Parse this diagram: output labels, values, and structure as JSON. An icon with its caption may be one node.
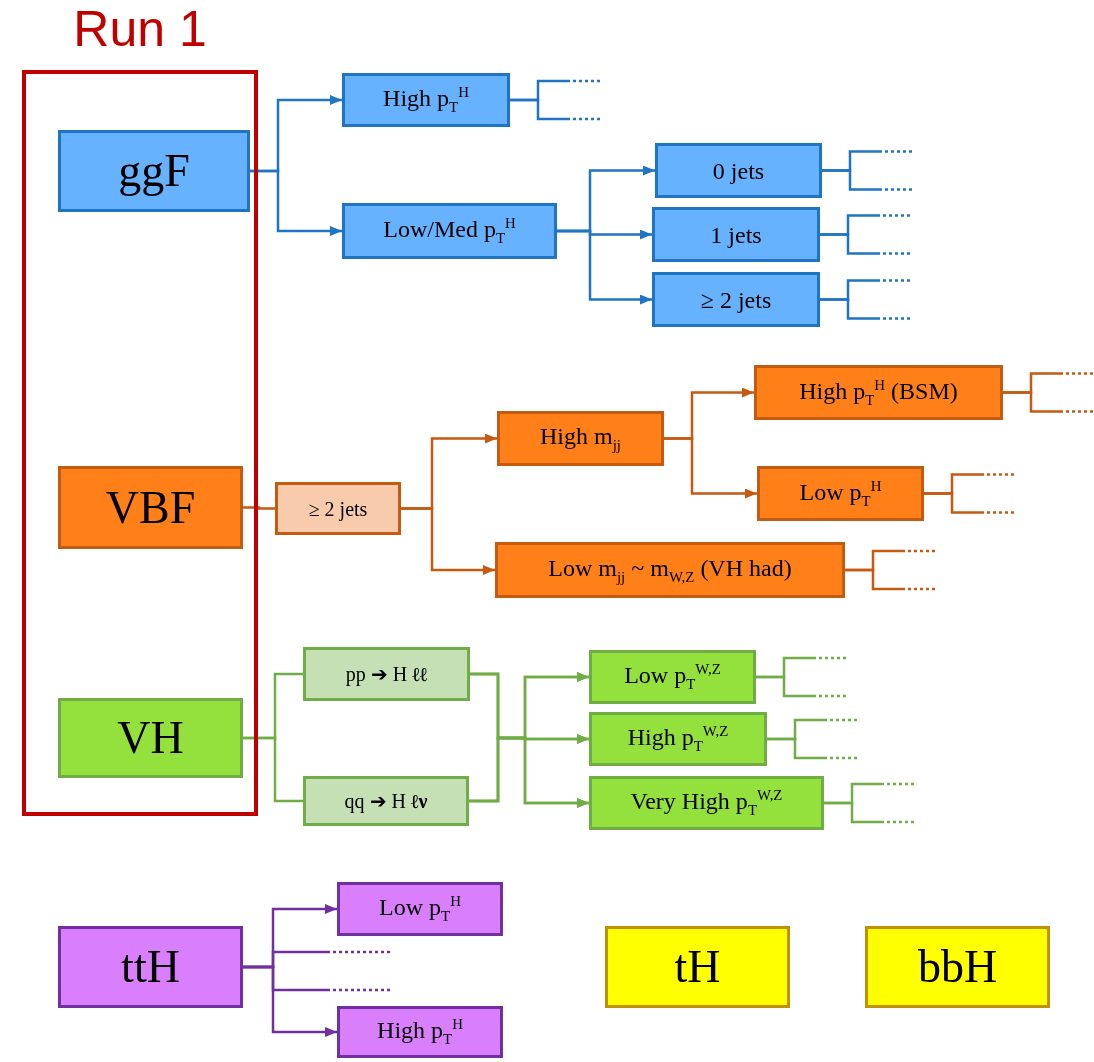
{
  "diagram": {
    "nodes": [
      {
        "text": [
          "Run 1"
        ]
      },
      {
        "text": [
          "ggF"
        ],
        "in": 0
      },
      {
        "text": [
          "High p$_{T}$$^{H}$"
        ]
      },
      {
        "text": [
          "Low/Med p$_{T}$$^{H}$"
        ]
      },
      {
        "text": [
          "0 jets"
        ]
      },
      {
        "text": [
          "1 jets"
        ]
      },
      {
        "text": [
          "≥ 2 jets"
        ]
      },
      {
        "text": [
          "VBF"
        ],
        "in": 0
      },
      {
        "text": [
          "≥ 2 jets"
        ]
      },
      {
        "text": [
          "High m$_{jj}$"
        ]
      },
      {
        "text": [
          "High p$_{T}$$^{H}$ (BSM)"
        ]
      },
      {
        "text": [
          "Low p$_{T}$$^{H}$"
        ]
      },
      {
        "text": [
          "Low m$_{jj}$ ~ m$_{W,Z}$ (VH had)"
        ]
      },
      {
        "text": [
          "VH"
        ],
        "in": 0
      },
      {
        "text": [
          "pp ➔ H **ℓℓ**"
        ]
      },
      {
        "text": [
          "qq ➔ H **ℓν**"
        ]
      },
      {
        "text": [
          "Low p$_{T}$$^{W,Z}$"
        ]
      },
      {
        "text": [
          "High p$_{T}$$^{W,Z}$"
        ]
      },
      {
        "text": [
          "Very High p$_{T}$$^{W,Z}$"
        ]
      },
      {
        "text": [
          "ttH"
        ]
      },
      {
        "text": [
          "Low p$_{T}$$^{H}$"
        ]
      },
      {
        "text": [
          "High p$_{T}$$^{H}$"
        ]
      },
      {
        "text": [
          "tH"
        ]
      },
      {
        "text": [
          "bbH"
        ]
      }
    ],
    "edges": [
      {
        "from": 1,
        "to": 2,
        "arrow": "to",
        "color": "#1f74c4"
      },
      {
        "from": 1,
        "to": 3,
        "arrow": "to",
        "color": "#1f74c4"
      },
      {
        "from": 2,
        "to": null,
        "arrow": "none",
        "style": "dashed",
        "color": "#1f74c4"
      },
      {
        "from": 2,
        "to": null,
        "arrow": "none",
        "style": "dashed",
        "color": "#1f74c4"
      },
      {
        "from": 3,
        "to": 4,
        "arrow": "to",
        "color": "#1f74c4"
      },
      {
        "from": 3,
        "to": 5,
        "arrow": "to",
        "color": "#1f74c4"
      },
      {
        "from": 3,
        "to": 6,
        "arrow": "to",
        "color": "#1f74c4"
      },
      {
        "from": 4,
        "to": null,
        "arrow": "none",
        "style": "dashed",
        "color": "#1f74c4"
      },
      {
        "from": 4,
        "to": null,
        "arrow": "none",
        "style": "dashed",
        "color": "#1f74c4"
      },
      {
        "from": 5,
        "to": null,
        "arrow": "none",
        "style": "dashed",
        "color": "#1f74c4"
      },
      {
        "from": 5,
        "to": null,
        "arrow": "none",
        "style": "dashed",
        "color": "#1f74c4"
      },
      {
        "from": 6,
        "to": null,
        "arrow": "none",
        "style": "dashed",
        "color": "#1f74c4"
      },
      {
        "from": 6,
        "to": null,
        "arrow": "none",
        "style": "dashed",
        "color": "#1f74c4"
      },
      {
        "from": 7,
        "to": 8,
        "arrow": "none",
        "color": "#c55a11"
      },
      {
        "from": 8,
        "to": 9,
        "arrow": "to",
        "color": "#c55a11"
      },
      {
        "from": 8,
        "to": 12,
        "arrow": "to",
        "color": "#c55a11"
      },
      {
        "from": 9,
        "to": 10,
        "arrow": "to",
        "color": "#c55a11"
      },
      {
        "from": 9,
        "to": 11,
        "arrow": "to",
        "color": "#c55a11"
      },
      {
        "from": 10,
        "to": null,
        "arrow": "none",
        "style": "dashed",
        "color": "#c55a11"
      },
      {
        "from": 10,
        "to": null,
        "arrow": "none",
        "style": "dashed",
        "color": "#c55a11"
      },
      {
        "from": 11,
        "to": null,
        "arrow": "none",
        "style": "dashed",
        "color": "#c55a11"
      },
      {
        "from": 11,
        "to": null,
        "arrow": "none",
        "style": "dashed",
        "color": "#c55a11"
      },
      {
        "from": 12,
        "to": null,
        "arrow": "none",
        "style": "dashed",
        "color": "#c55a11"
      },
      {
        "from": 12,
        "to": null,
        "arrow": "none",
        "style": "dashed",
        "color": "#c55a11"
      },
      {
        "from": 13,
        "to": 14,
        "arrow": "none",
        "color": "#70ad47"
      },
      {
        "from": 13,
        "to": 15,
        "arrow": "none",
        "color": "#70ad47"
      },
      {
        "from": 14,
        "to": 16,
        "arrow": "to",
        "color": "#70ad47"
      },
      {
        "from": 14,
        "to": 17,
        "arrow": "to",
        "color": "#70ad47"
      },
      {
        "from": 14,
        "to": 18,
        "arrow": "to",
        "color": "#70ad47"
      },
      {
        "from": 15,
        "to": 16,
        "arrow": "to",
        "color": "#70ad47"
      },
      {
        "from": 15,
        "to": 17,
        "arrow": "to",
        "color": "#70ad47"
      },
      {
        "from": 15,
        "to": 18,
        "arrow": "to",
        "color": "#70ad47"
      },
      {
        "from": 16,
        "to": null,
        "arrow": "none",
        "style": "dashed",
        "color": "#70ad47"
      },
      {
        "from": 16,
        "to": null,
        "arrow": "none",
        "style": "dashed",
        "color": "#70ad47"
      },
      {
        "from": 17,
        "to": null,
        "arrow": "none",
        "style": "dashed",
        "color": "#70ad47"
      },
      {
        "from": 17,
        "to": null,
        "arrow": "none",
        "style": "dashed",
        "color": "#70ad47"
      },
      {
        "from": 18,
        "to": null,
        "arrow": "none",
        "style": "dashed",
        "color": "#70ad47"
      },
      {
        "from": 18,
        "to": null,
        "arrow": "none",
        "style": "dashed",
        "color": "#70ad47"
      },
      {
        "from": 19,
        "to": 20,
        "arrow": "to",
        "color": "#7030a0"
      },
      {
        "from": 19,
        "to": null,
        "arrow": "none",
        "style": "dashed",
        "color": "#7030a0"
      },
      {
        "from": 19,
        "to": null,
        "arrow": "none",
        "style": "dashed",
        "color": "#7030a0"
      },
      {
        "from": 19,
        "to": 21,
        "arrow": "to",
        "color": "#7030a0"
      }
    ]
  }
}
